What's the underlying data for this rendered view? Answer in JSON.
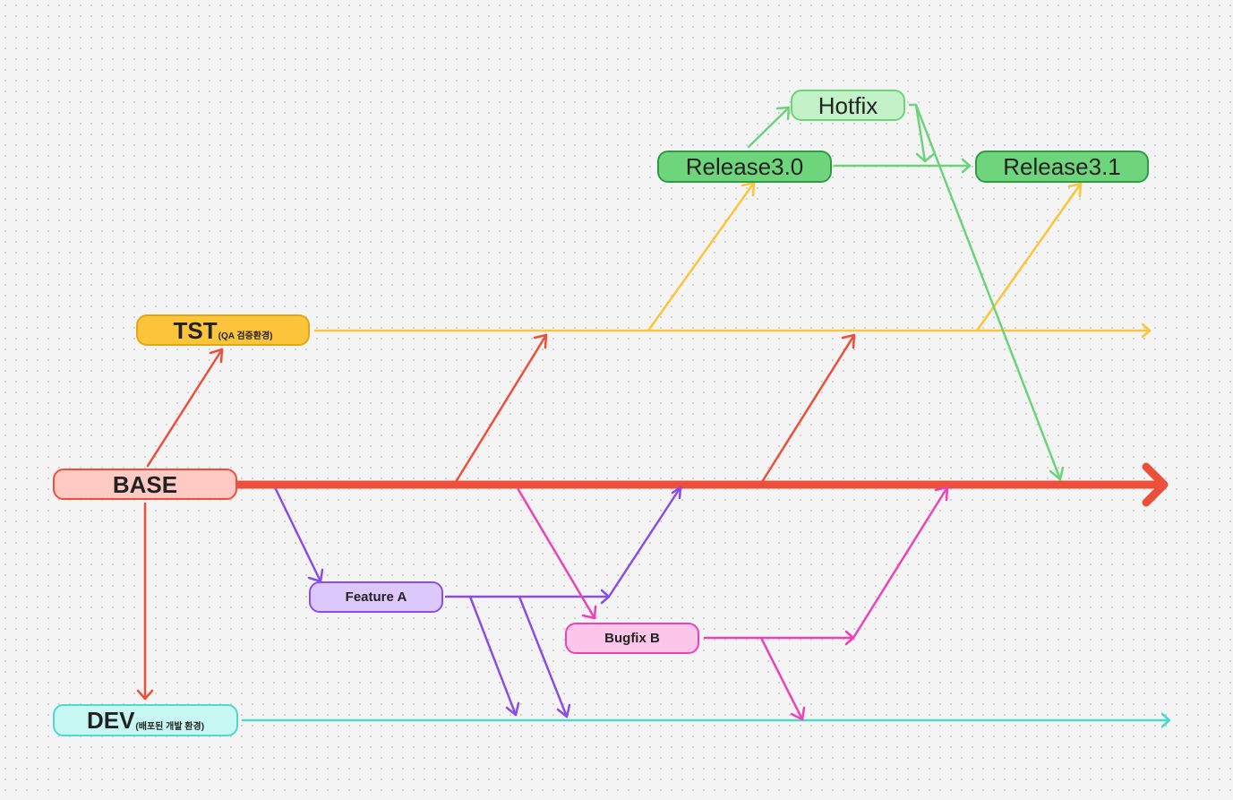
{
  "nodes": {
    "base": {
      "label": "BASE",
      "sub": ""
    },
    "tst": {
      "label": "TST",
      "sub": "(QA 검증환경)"
    },
    "dev": {
      "label": "DEV",
      "sub": "(배포된 개발 환경)"
    },
    "feature_a": {
      "label": "Feature A"
    },
    "bugfix_b": {
      "label": "Bugfix B"
    },
    "release_30": {
      "label": "Release3.0"
    },
    "release_31": {
      "label": "Release3.1"
    },
    "hotfix": {
      "label": "Hotfix"
    }
  },
  "colors": {
    "base": "#ec4f3a",
    "tst": "#fbc43a",
    "dev": "#4fd8cc",
    "feature": "#8a4ee8",
    "bugfix": "#ec42b8",
    "release": "#6fd57d",
    "hotfix": "#6dd37b"
  },
  "flows": [
    {
      "from": "base",
      "to": "tst"
    },
    {
      "from": "base",
      "to": "dev"
    },
    {
      "from": "base",
      "to": "feature_a"
    },
    {
      "from": "base",
      "to": "bugfix_b"
    },
    {
      "from": "feature_a",
      "to": "base"
    },
    {
      "from": "feature_a",
      "to": "dev"
    },
    {
      "from": "bugfix_b",
      "to": "base"
    },
    {
      "from": "bugfix_b",
      "to": "dev"
    },
    {
      "from": "base",
      "to": "tst"
    },
    {
      "from": "tst",
      "to": "release_30"
    },
    {
      "from": "tst",
      "to": "release_31"
    },
    {
      "from": "release_30",
      "to": "hotfix"
    },
    {
      "from": "release_30",
      "to": "release_31"
    },
    {
      "from": "hotfix",
      "to": "release_31"
    },
    {
      "from": "hotfix",
      "to": "base"
    }
  ]
}
